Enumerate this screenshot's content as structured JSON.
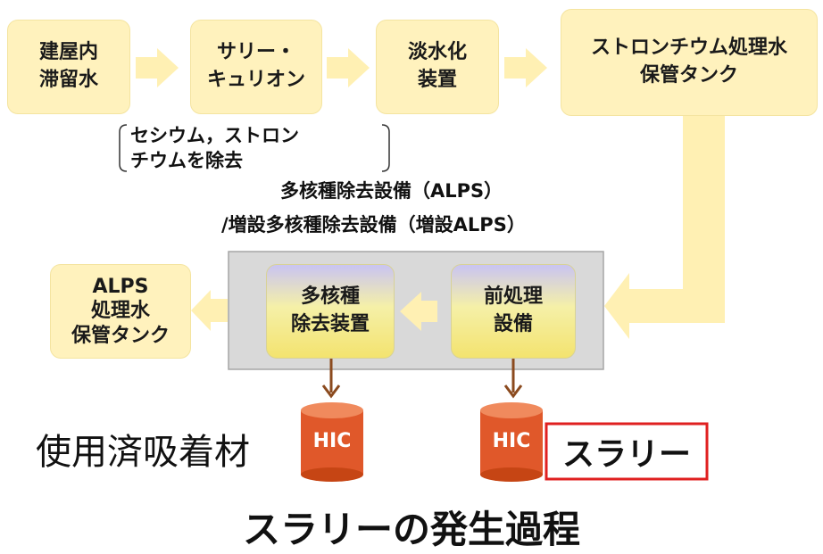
{
  "boxes": {
    "b1": "建屋内\n滞留水",
    "b2": "サリー・\nキュリオン",
    "b3": "淡水化\n装置",
    "b4": "ストロンチウム処理水\n保管タンク",
    "b5": "ALPS\n処理水\n保管タンク",
    "b6": "多核種\n除去装置",
    "b7": "前処理\n設備"
  },
  "note": "セシウム，ストロン\nチウムを除去",
  "alps": {
    "line1": "多核種除去設備（ALPS）",
    "line2": "/増設多核種除去設備（増設ALPS）"
  },
  "hic": {
    "left": "HIC",
    "right": "HIC"
  },
  "used_adsorbent": "使用済吸着材",
  "slurry": "スラリー",
  "caption": "スラリーの発生過程",
  "colors": {
    "box": "#fff2bd",
    "arrow": "#fff0b3",
    "hic": "#e0582a",
    "highlight": "#e02020",
    "flow": "#8b4a1e"
  }
}
